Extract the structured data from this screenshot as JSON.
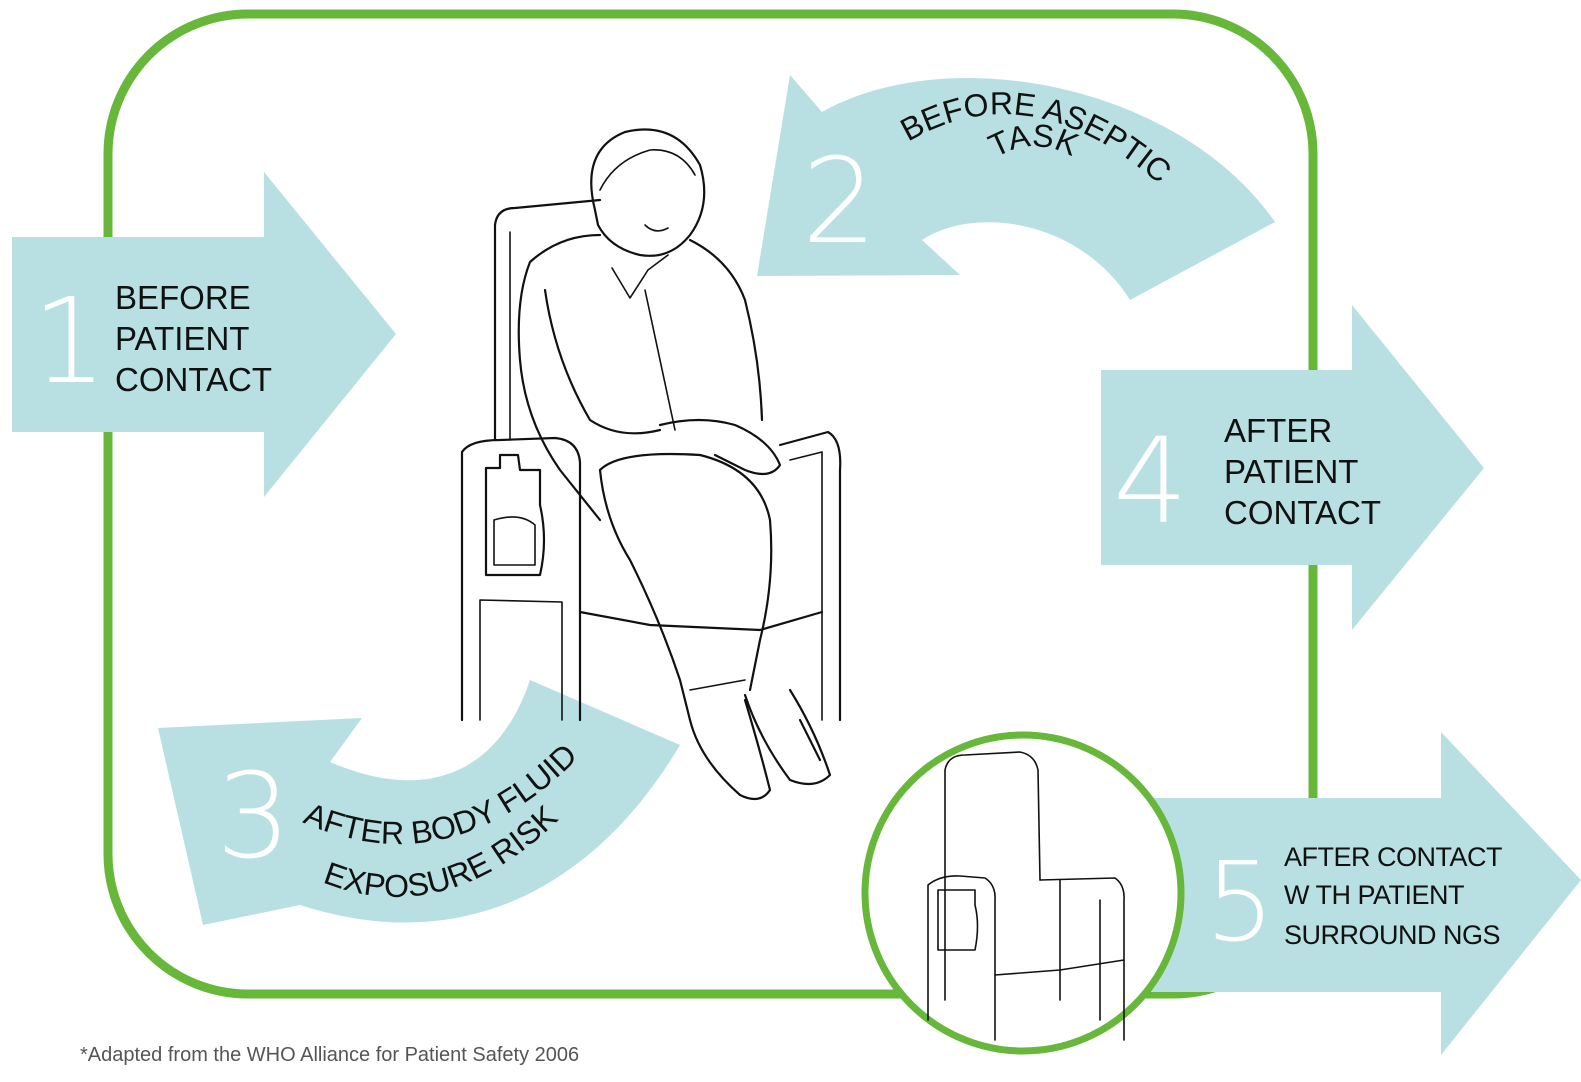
{
  "colors": {
    "frame_green": "#66b73a",
    "arrow_teal": "#b8e0e3",
    "number_white": "#ffffff",
    "label_black": "#111111"
  },
  "moments": [
    {
      "number": "1",
      "lines": [
        "BEFORE",
        "PATIENT",
        "CONTACT"
      ]
    },
    {
      "number": "2",
      "lines": [
        "BEFORE ASEPTIC",
        "TASK"
      ]
    },
    {
      "number": "3",
      "lines": [
        "AFTER BODY FLUID",
        "EXPOSURE RISK"
      ]
    },
    {
      "number": "4",
      "lines": [
        "AFTER",
        "PATIENT",
        "CONTACT"
      ]
    },
    {
      "number": "5",
      "lines": [
        "AFTER CONTACT",
        "W TH PATIENT",
        "SURROUND NGS"
      ]
    }
  ],
  "illustrations": {
    "main": "seated-patient-in-armchair-sketch",
    "inset": "empty-armchair-with-hand-rub-dispenser-sketch"
  },
  "footnote": "*Adapted from the WHO Alliance for Patient Safety 2006"
}
